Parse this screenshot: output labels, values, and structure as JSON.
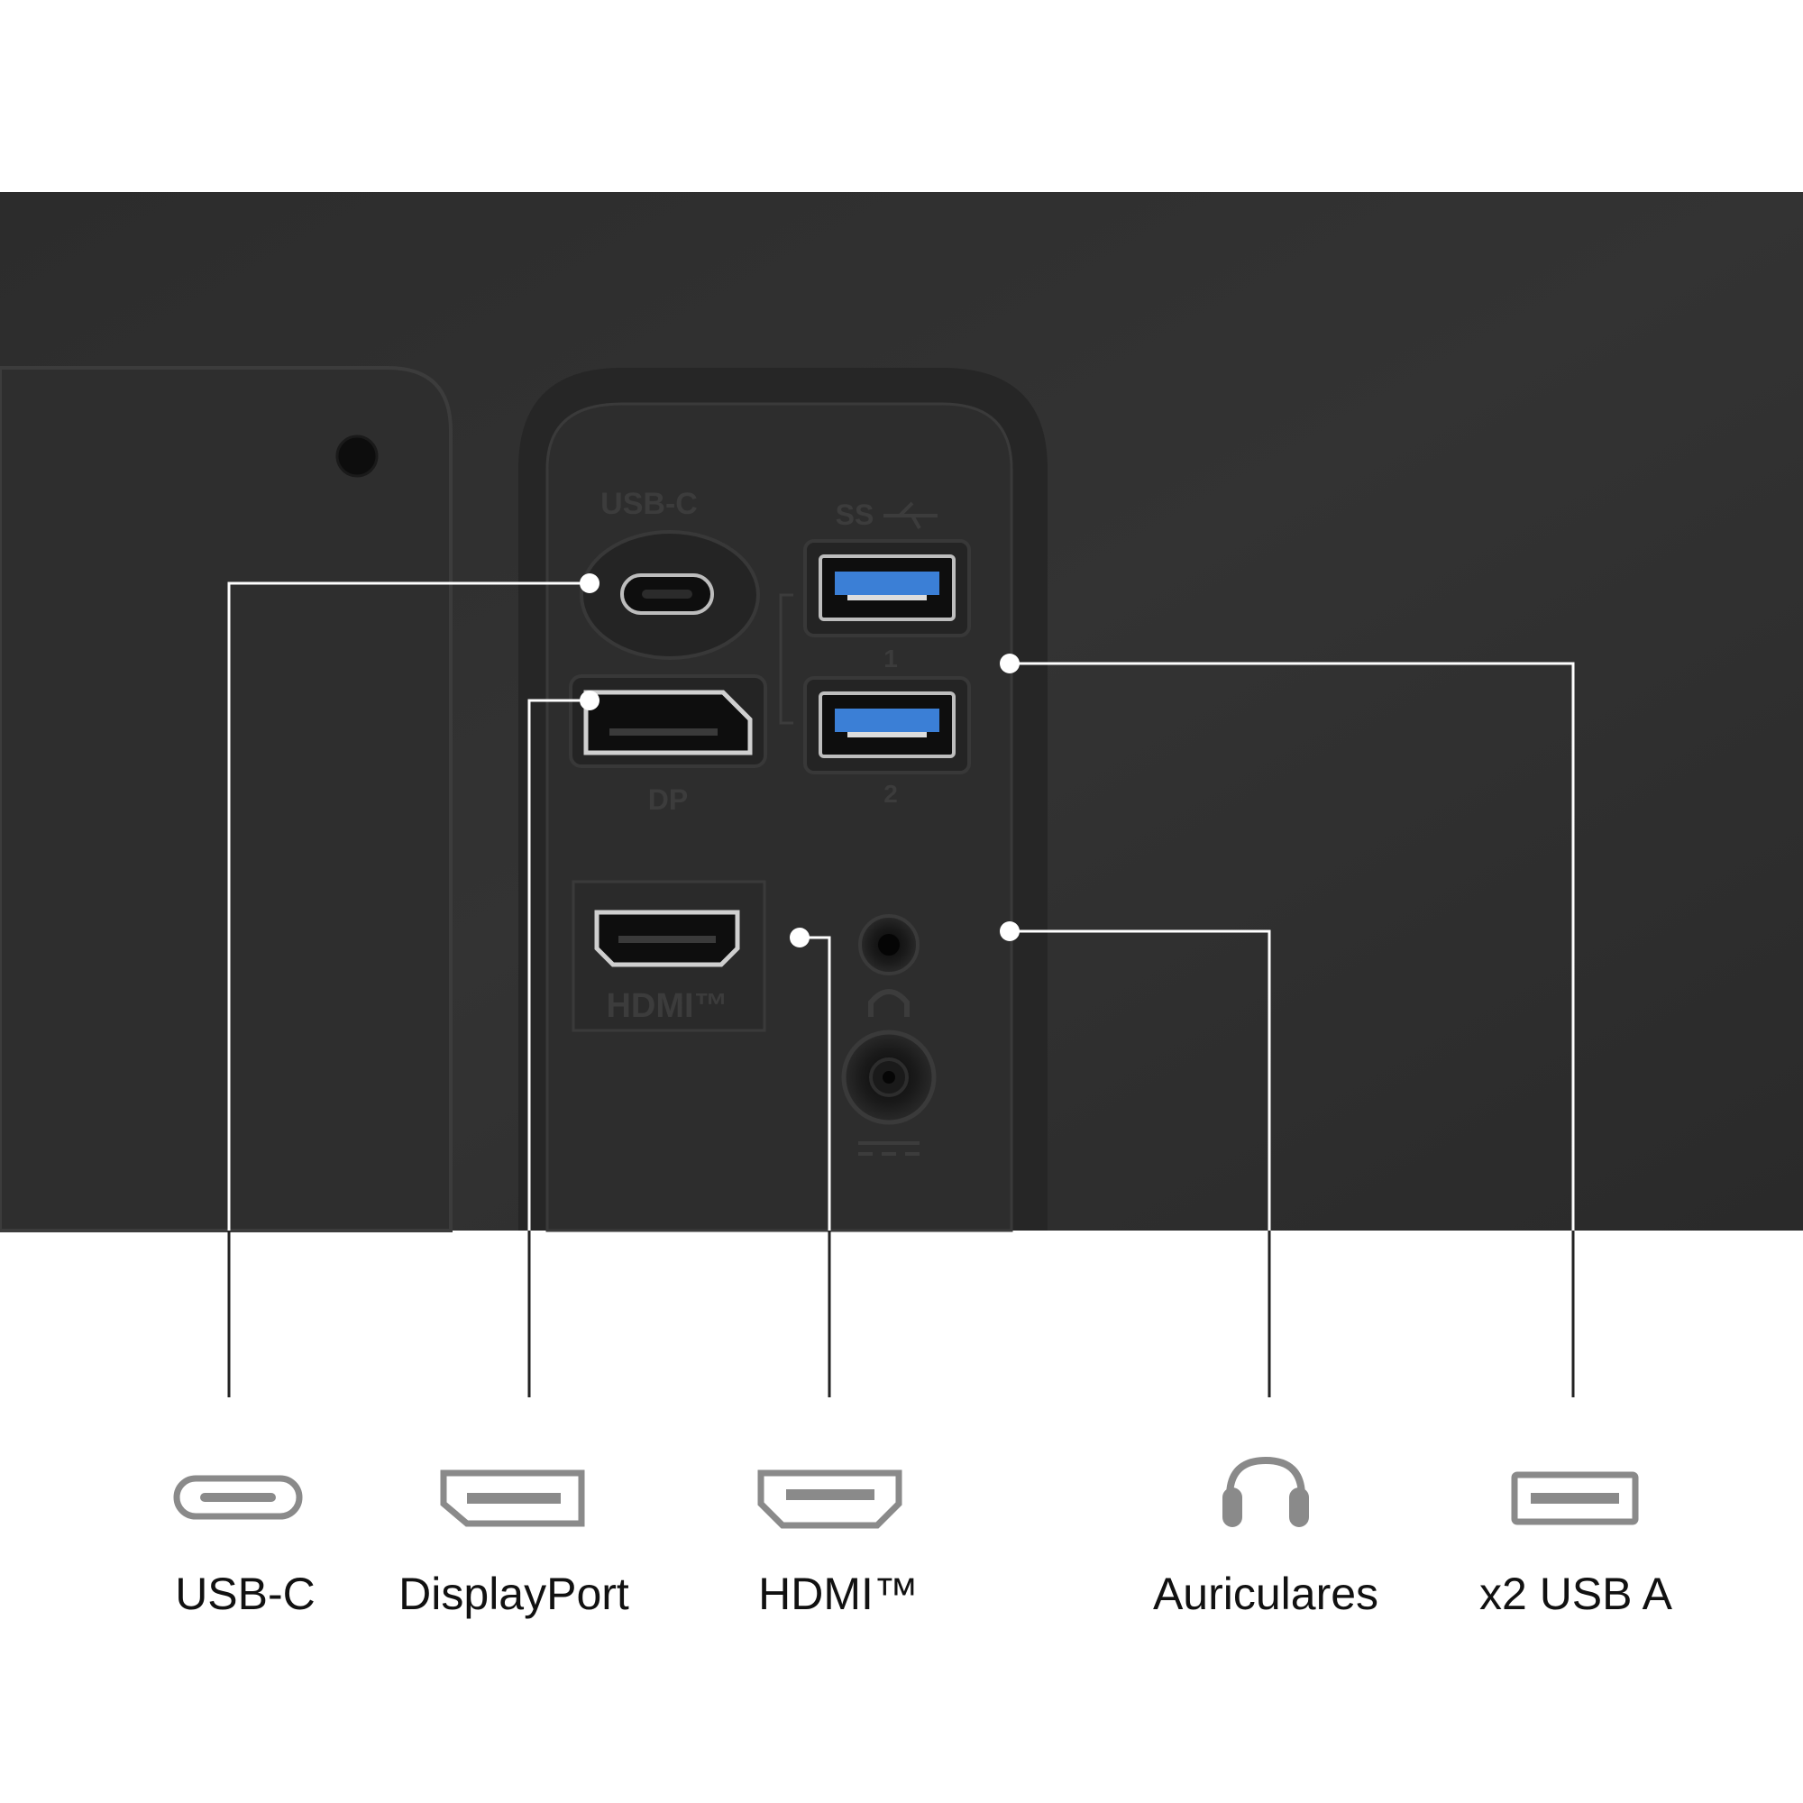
{
  "colors": {
    "background": "#ffffff",
    "panel": "#2b2b2b",
    "panel_light": "#333333",
    "connector_line": "#ffffff",
    "callout_line": "#222222",
    "icon_gray": "#8a8a8a",
    "usb_blue": "#3b7fd6",
    "label_text": "#111111"
  },
  "embossed": {
    "usbc": "USB-C",
    "superspeed": "SS",
    "dp": "DP",
    "usb_num_1": "1",
    "usb_num_2": "2",
    "hdmi": "HDMI™"
  },
  "ports": [
    {
      "label": "USB-C",
      "icon": "usb-c-icon"
    },
    {
      "label": "DisplayPort",
      "icon": "displayport-icon"
    },
    {
      "label": "HDMI™",
      "icon": "hdmi-icon"
    },
    {
      "label": "Auriculares",
      "icon": "headphones-icon"
    },
    {
      "label": "x2 USB A",
      "icon": "usb-a-icon"
    }
  ]
}
